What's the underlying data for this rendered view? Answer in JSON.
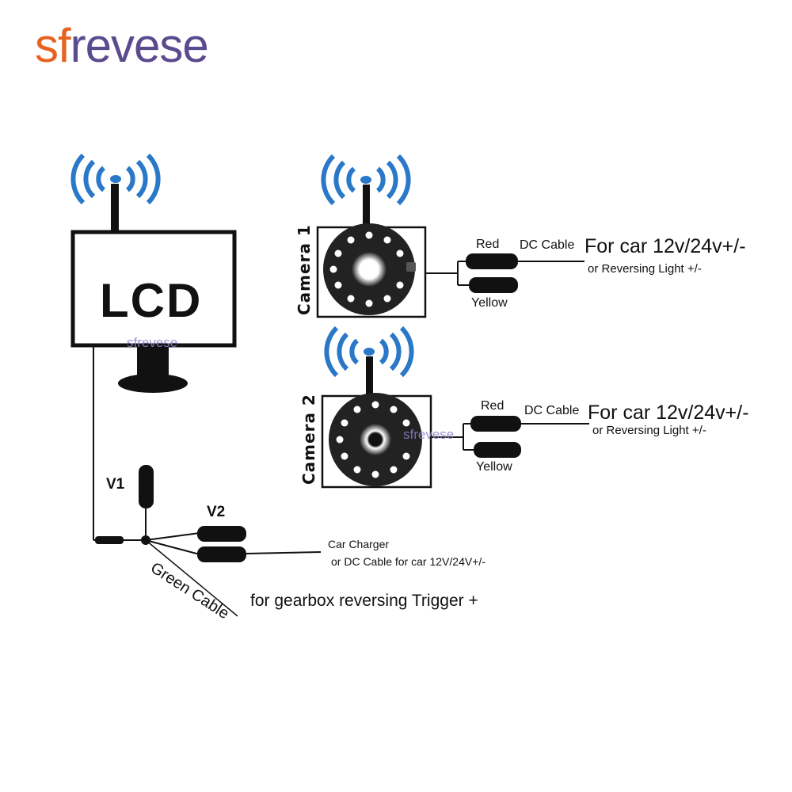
{
  "logo": {
    "letters": [
      "s",
      "f",
      "r",
      "e",
      "v",
      "e",
      "s",
      "e"
    ],
    "colors": [
      "#e8621f",
      "#e8621f",
      "#5a4a8e",
      "#5a4a8e",
      "#5a4a8e",
      "#5a4a8e",
      "#5a4a8e",
      "#5a4a8e"
    ]
  },
  "monitor": {
    "label": "LCD",
    "watermark": "sfrevese"
  },
  "cameras": [
    {
      "label": "Camera 1",
      "red_label": "Red",
      "yellow_label": "Yellow",
      "dc_label": "DC Cable",
      "power_label": "For car 12v/24v+/-",
      "power_sub_label": "or Reversing Light +/-"
    },
    {
      "label": "Camera 2",
      "red_label": "Red",
      "yellow_label": "Yellow",
      "dc_label": "DC Cable",
      "power_label": "For car 12v/24v+/-",
      "power_sub_label": "or Reversing Light +/-",
      "watermark": "sfrevese"
    }
  ],
  "wiring": {
    "v1_label": "V1",
    "v2_label": "V2",
    "charger_line1": "Car Charger",
    "charger_line2": "or DC Cable for car 12V/24V+/-",
    "green_cable_label": "Green Cable",
    "trigger_label": "for gearbox reversing Trigger +"
  },
  "colors": {
    "signal_blue": "#2a78c8",
    "line": "#111111",
    "watermark": "#8a82c8"
  }
}
